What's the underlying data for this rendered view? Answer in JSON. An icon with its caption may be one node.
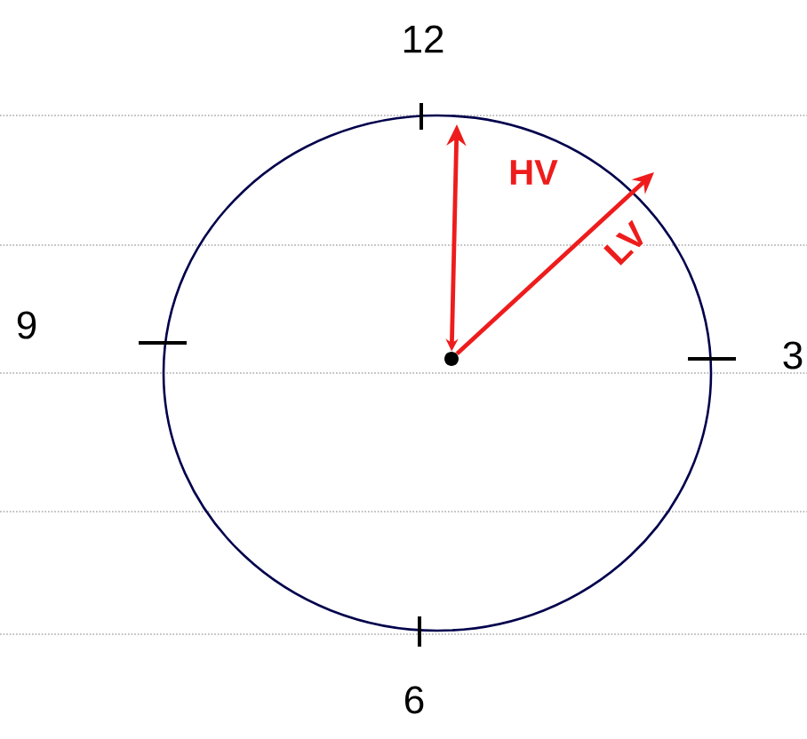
{
  "diagram": {
    "nodes": [
      {
        "text": [],
        "shape": "circle"
      },
      {
        "text": [],
        "shape": "circle",
        "in": 0
      }
    ],
    "edges": [
      {
        "from": 1,
        "to": null,
        "arrow": "both",
        "label": "HV"
      },
      {
        "from": 1,
        "to": null,
        "arrow": "to",
        "label": "LV"
      }
    ],
    "labels": [
      "12",
      "9",
      "3",
      "6"
    ]
  }
}
